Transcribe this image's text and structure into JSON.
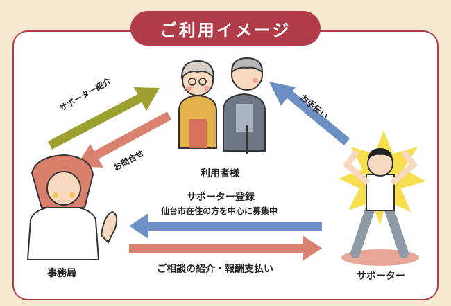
{
  "title": "ご利用イメージ",
  "nodes": {
    "users": "利用者様",
    "office": "事務局",
    "supporter": "サポーター"
  },
  "arrows": {
    "introduce_supporter": "サポーター紹介",
    "inquiry": "お問合せ",
    "help": "お手伝い",
    "register": "サポーター登録",
    "register_sub": "仙台市在住の方を中心に募集中",
    "consult": "ご相談の紹介・報酬支払い"
  },
  "colors": {
    "accent": "#b23b4a",
    "arrow_green": "#9da02e",
    "arrow_pink": "#d98270",
    "arrow_blue": "#6c8fc4",
    "burst": "#f7df4f"
  }
}
